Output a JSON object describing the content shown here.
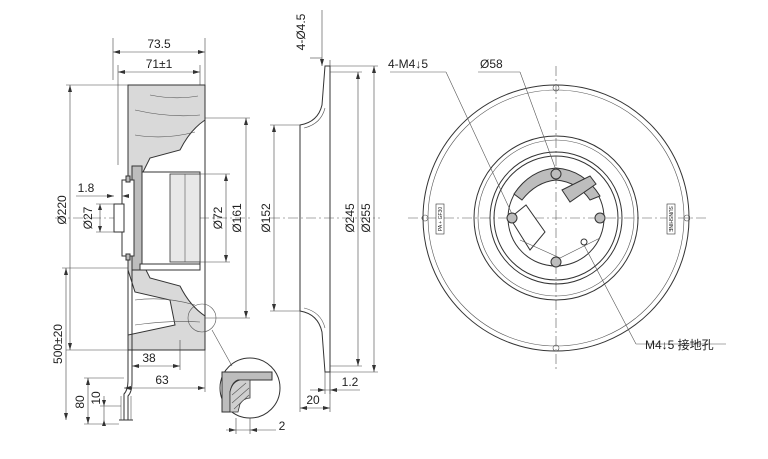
{
  "dimensions": {
    "width_73_5": "73.5",
    "width_71": "71±1",
    "dia_220": "Ø220",
    "dia_27": "Ø27",
    "gap_1_8": "1.8",
    "dia_72": "Ø72",
    "dia_161": "Ø161",
    "cable_500": "500±20",
    "len_38": "38",
    "len_63": "63",
    "len_80": "80",
    "len_10": "10",
    "hole_4_5": "4-Ø4.5",
    "dia_152": "Ø152",
    "dia_245": "Ø245",
    "dia_255": "Ø255",
    "thk_1_2": "1.2",
    "thk_20": "20",
    "detail_2": "2"
  },
  "callouts": {
    "screws": "4-M4↓5",
    "dia_58": "Ø58",
    "ground": "M4↓5 接地孔"
  },
  "labels": {
    "ring_left": "PA + GF30",
    "ring_right": "SUNSHINE"
  }
}
